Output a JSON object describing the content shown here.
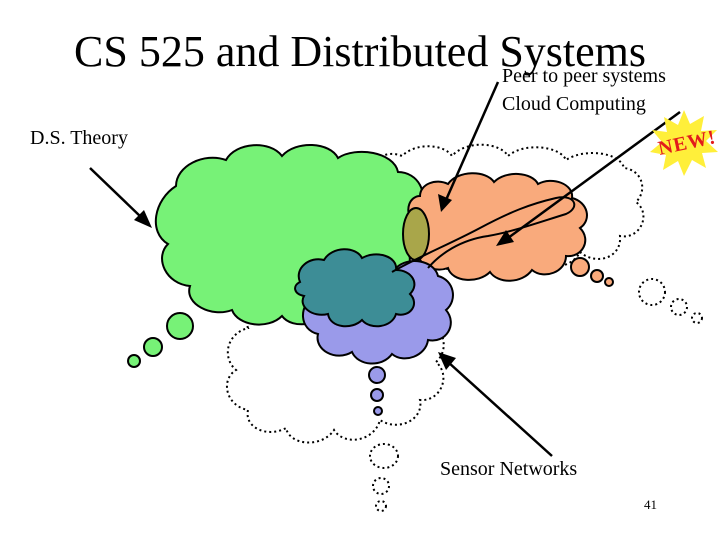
{
  "slide": {
    "title": "CS 525 and Distributed Systems",
    "page_number": "41"
  },
  "labels": {
    "peer_to_peer": "Peer to peer systems",
    "cloud_computing": "Cloud Computing",
    "ds_theory": "D.S. Theory",
    "sensor_networks": "Sensor Networks"
  },
  "badge": {
    "text": "NEW!"
  },
  "colors": {
    "ds_theory_cloud": "#77f277",
    "p2p_cloud": "#f9aa7c",
    "sensor_cloud": "#9a9aea",
    "teal_cloud": "#3d8d96",
    "olive_overlap": "#a9a64a",
    "dotted_outline": "#000000",
    "badge_star": "#ffef3a",
    "badge_text": "#e21b1b"
  }
}
